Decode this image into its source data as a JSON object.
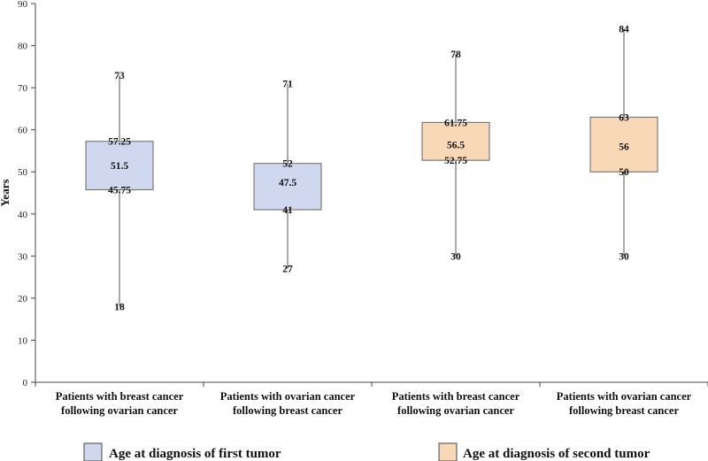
{
  "chart_data": {
    "type": "boxplot",
    "ylabel": "Years",
    "ylim": [
      0,
      90
    ],
    "yticks": [
      0,
      10,
      20,
      30,
      40,
      50,
      60,
      70,
      80,
      90
    ],
    "grid": false,
    "legend_placement": "bottom",
    "categories": [
      [
        "Patients with breast cancer",
        "following ovarian cancer"
      ],
      [
        "Patients with ovarian cancer",
        "following breast cancer"
      ],
      [
        "Patients with breast cancer",
        "following ovarian cancer"
      ],
      [
        "Patients with ovarian cancer",
        "following breast cancer"
      ]
    ],
    "series": [
      {
        "name": "Age at diagnosis of first tumor",
        "color": "#cfd8ee",
        "boxes": [
          {
            "category": 0,
            "min": 18,
            "q1": 45.75,
            "median": 51.5,
            "q3": 57.25,
            "max": 73,
            "labels": {
              "min": "18",
              "q1": "45.75",
              "median": "51.5",
              "q3": "57.25",
              "max": "73"
            }
          },
          {
            "category": 1,
            "min": 27,
            "q1": 41,
            "median": 47.5,
            "q3": 52,
            "max": 71,
            "labels": {
              "min": "27",
              "q1": "41",
              "median": "47.5",
              "q3": "52",
              "max": "71"
            }
          }
        ]
      },
      {
        "name": "Age at diagnosis of second tumor",
        "color": "#f9d8b8",
        "boxes": [
          {
            "category": 2,
            "min": 30,
            "q1": 52.75,
            "median": 56.5,
            "q3": 61.75,
            "max": 78,
            "labels": {
              "min": "30",
              "q1": "52.75",
              "median": "56.5",
              "q3": "61.75",
              "max": "78"
            }
          },
          {
            "category": 3,
            "min": 30,
            "q1": 50,
            "median": 56,
            "q3": 63,
            "max": 84,
            "labels": {
              "min": "30",
              "q1": "50",
              "median": "56",
              "q3": "63",
              "max": "84"
            }
          }
        ]
      }
    ]
  }
}
